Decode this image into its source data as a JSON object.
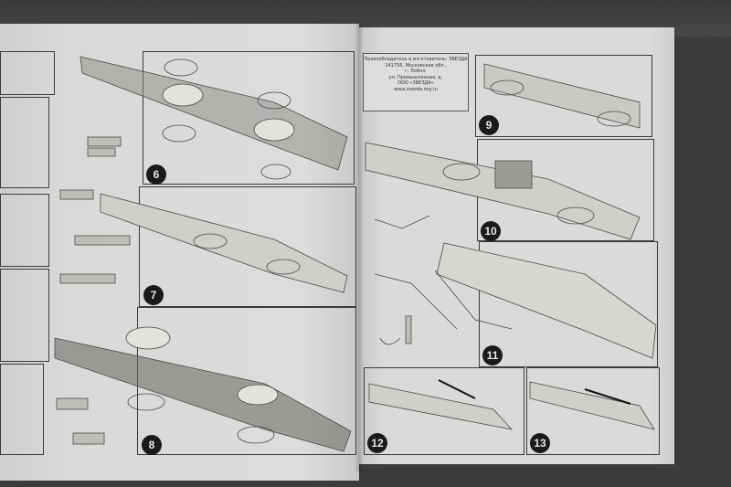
{
  "photo": {
    "subject": "instruction-sheet",
    "steps": [
      "6",
      "7",
      "8",
      "9",
      "10",
      "11",
      "12",
      "13"
    ],
    "address_lines": [
      "Правообладатель и изготовитель: ЗВЕЗДА",
      "141756, Московская обл.,",
      "г. Лобня,",
      "ул. Промышленная, д.",
      "ООО «ЗВЕЗДА»",
      "www.zvezda.org.ru"
    ]
  }
}
